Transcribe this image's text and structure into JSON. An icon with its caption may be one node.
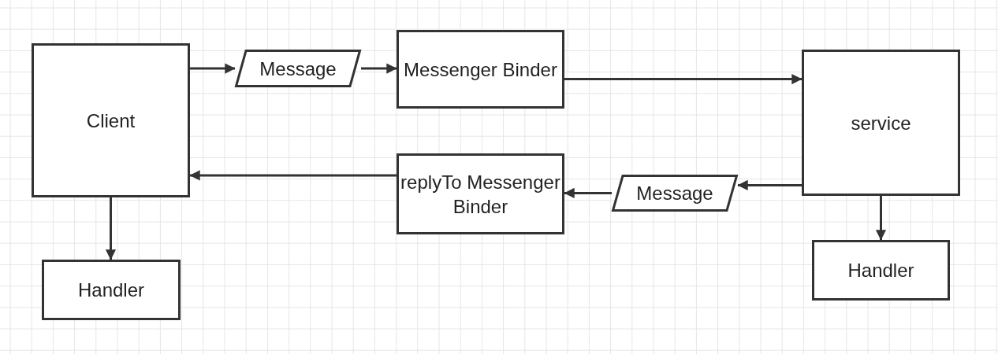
{
  "diagram": {
    "nodes": [
      {
        "text": [
          "Client"
        ]
      },
      {
        "text": [
          "Message"
        ]
      },
      {
        "text": [
          "Messenger Binder"
        ]
      },
      {
        "text": [
          "service"
        ]
      },
      {
        "text": [
          "replyTo Messenger Binder"
        ]
      },
      {
        "text": [
          "Message"
        ]
      },
      {
        "text": [
          "Handler"
        ]
      },
      {
        "text": [
          "Handler"
        ]
      }
    ],
    "edges": [
      {
        "from": 0,
        "to": 1,
        "arrow": "to"
      },
      {
        "from": 1,
        "to": 2,
        "arrow": "to"
      },
      {
        "from": 2,
        "to": 3,
        "arrow": "to"
      },
      {
        "from": 3,
        "to": 5,
        "arrow": "to"
      },
      {
        "from": 5,
        "to": 4,
        "arrow": "to"
      },
      {
        "from": 4,
        "to": 0,
        "arrow": "to"
      },
      {
        "from": 0,
        "to": 6,
        "arrow": "to"
      },
      {
        "from": 3,
        "to": 7,
        "arrow": "to"
      }
    ]
  }
}
